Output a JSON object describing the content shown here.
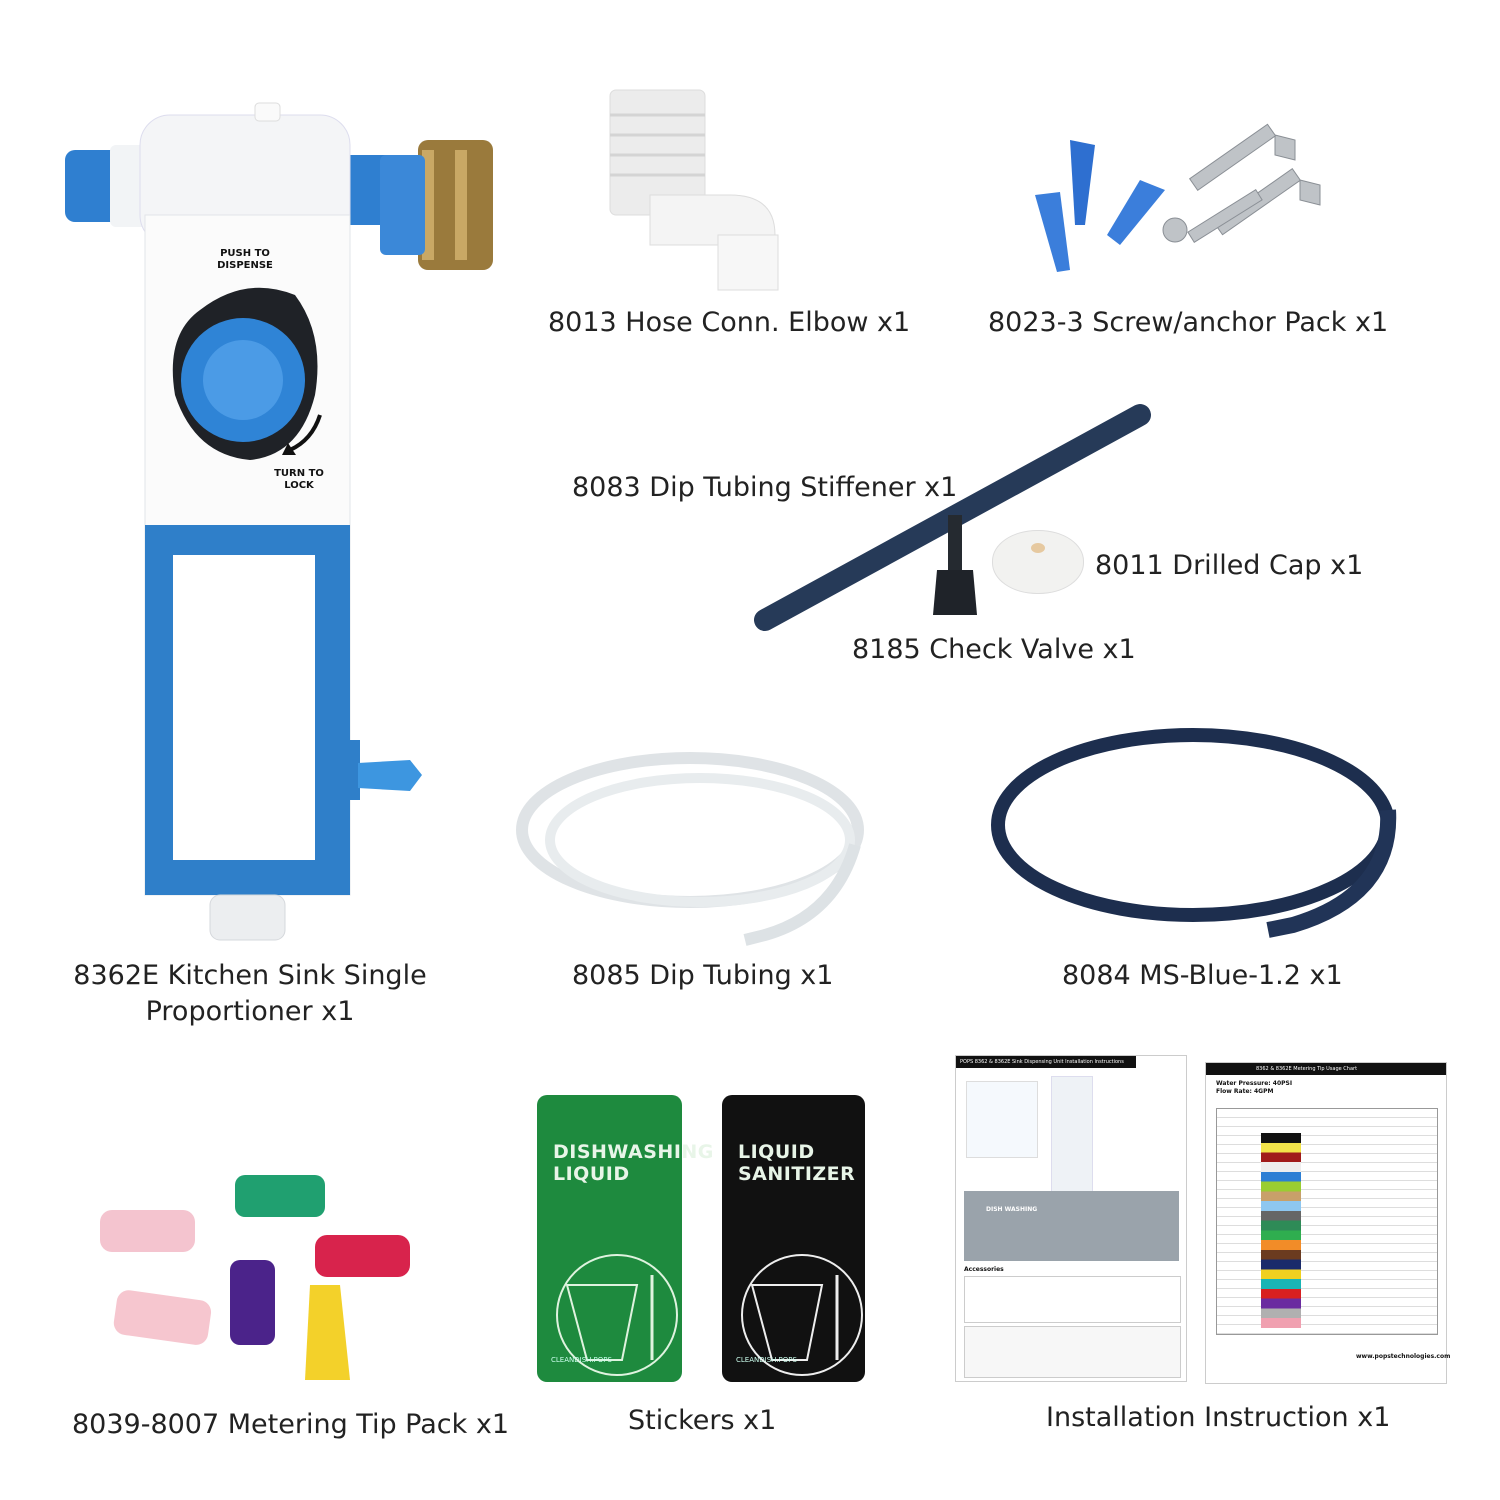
{
  "proportioner": {
    "push_label_line1": "PUSH TO",
    "push_label_line2": "DISPENSE",
    "turn_label_line1": "TURN TO",
    "turn_label_line2": "LOCK",
    "caption_line1": "8362E  Kitchen Sink Single",
    "caption_line2": "Proportioner x1"
  },
  "parts": {
    "elbow": "8013 Hose Conn. Elbow x1",
    "screw_pack": "8023-3 Screw/anchor Pack x1",
    "stiffener": "8083 Dip Tubing Stiffener x1",
    "drilled_cap": "8011 Drilled Cap x1",
    "check_valve": "8185 Check Valve x1",
    "dip_tubing": "8085 Dip Tubing x1",
    "ms_blue": "8084 MS-Blue-1.2  x1",
    "metering_tips": "8039-8007 Metering Tip Pack x1",
    "stickers": "Stickers x1",
    "installation": "Installation Instruction x1"
  },
  "stickers": {
    "green_line1": "DISHWASHING",
    "green_line2": "LIQUID",
    "black_line1": "LIQUID",
    "black_line2": "SANITIZER",
    "brand": "CLEANDISH.POPS"
  },
  "instruction_sheet": {
    "left_title": "POPS 8362 & 8362E Sink Dispensing Unit Installation Instructions",
    "right_title": "8362 & 8362E Metering Tip Usage Chart",
    "pressure": "Water Pressure: 40PSI",
    "flow": "Flow Rate: 4GPM",
    "dish_label": "DISH WASHING",
    "accessories": "Accessories",
    "website": "www.popstechnologies.com"
  },
  "colors": {
    "blue_accent": "#2f7fc9",
    "sticker_green": "#1e8a3e",
    "sticker_black": "#111111",
    "tube_navy": "#1d2e4e"
  },
  "icons": [
    "blue-knob-icon",
    "turn-arrow-icon",
    "brass-nut-icon"
  ]
}
